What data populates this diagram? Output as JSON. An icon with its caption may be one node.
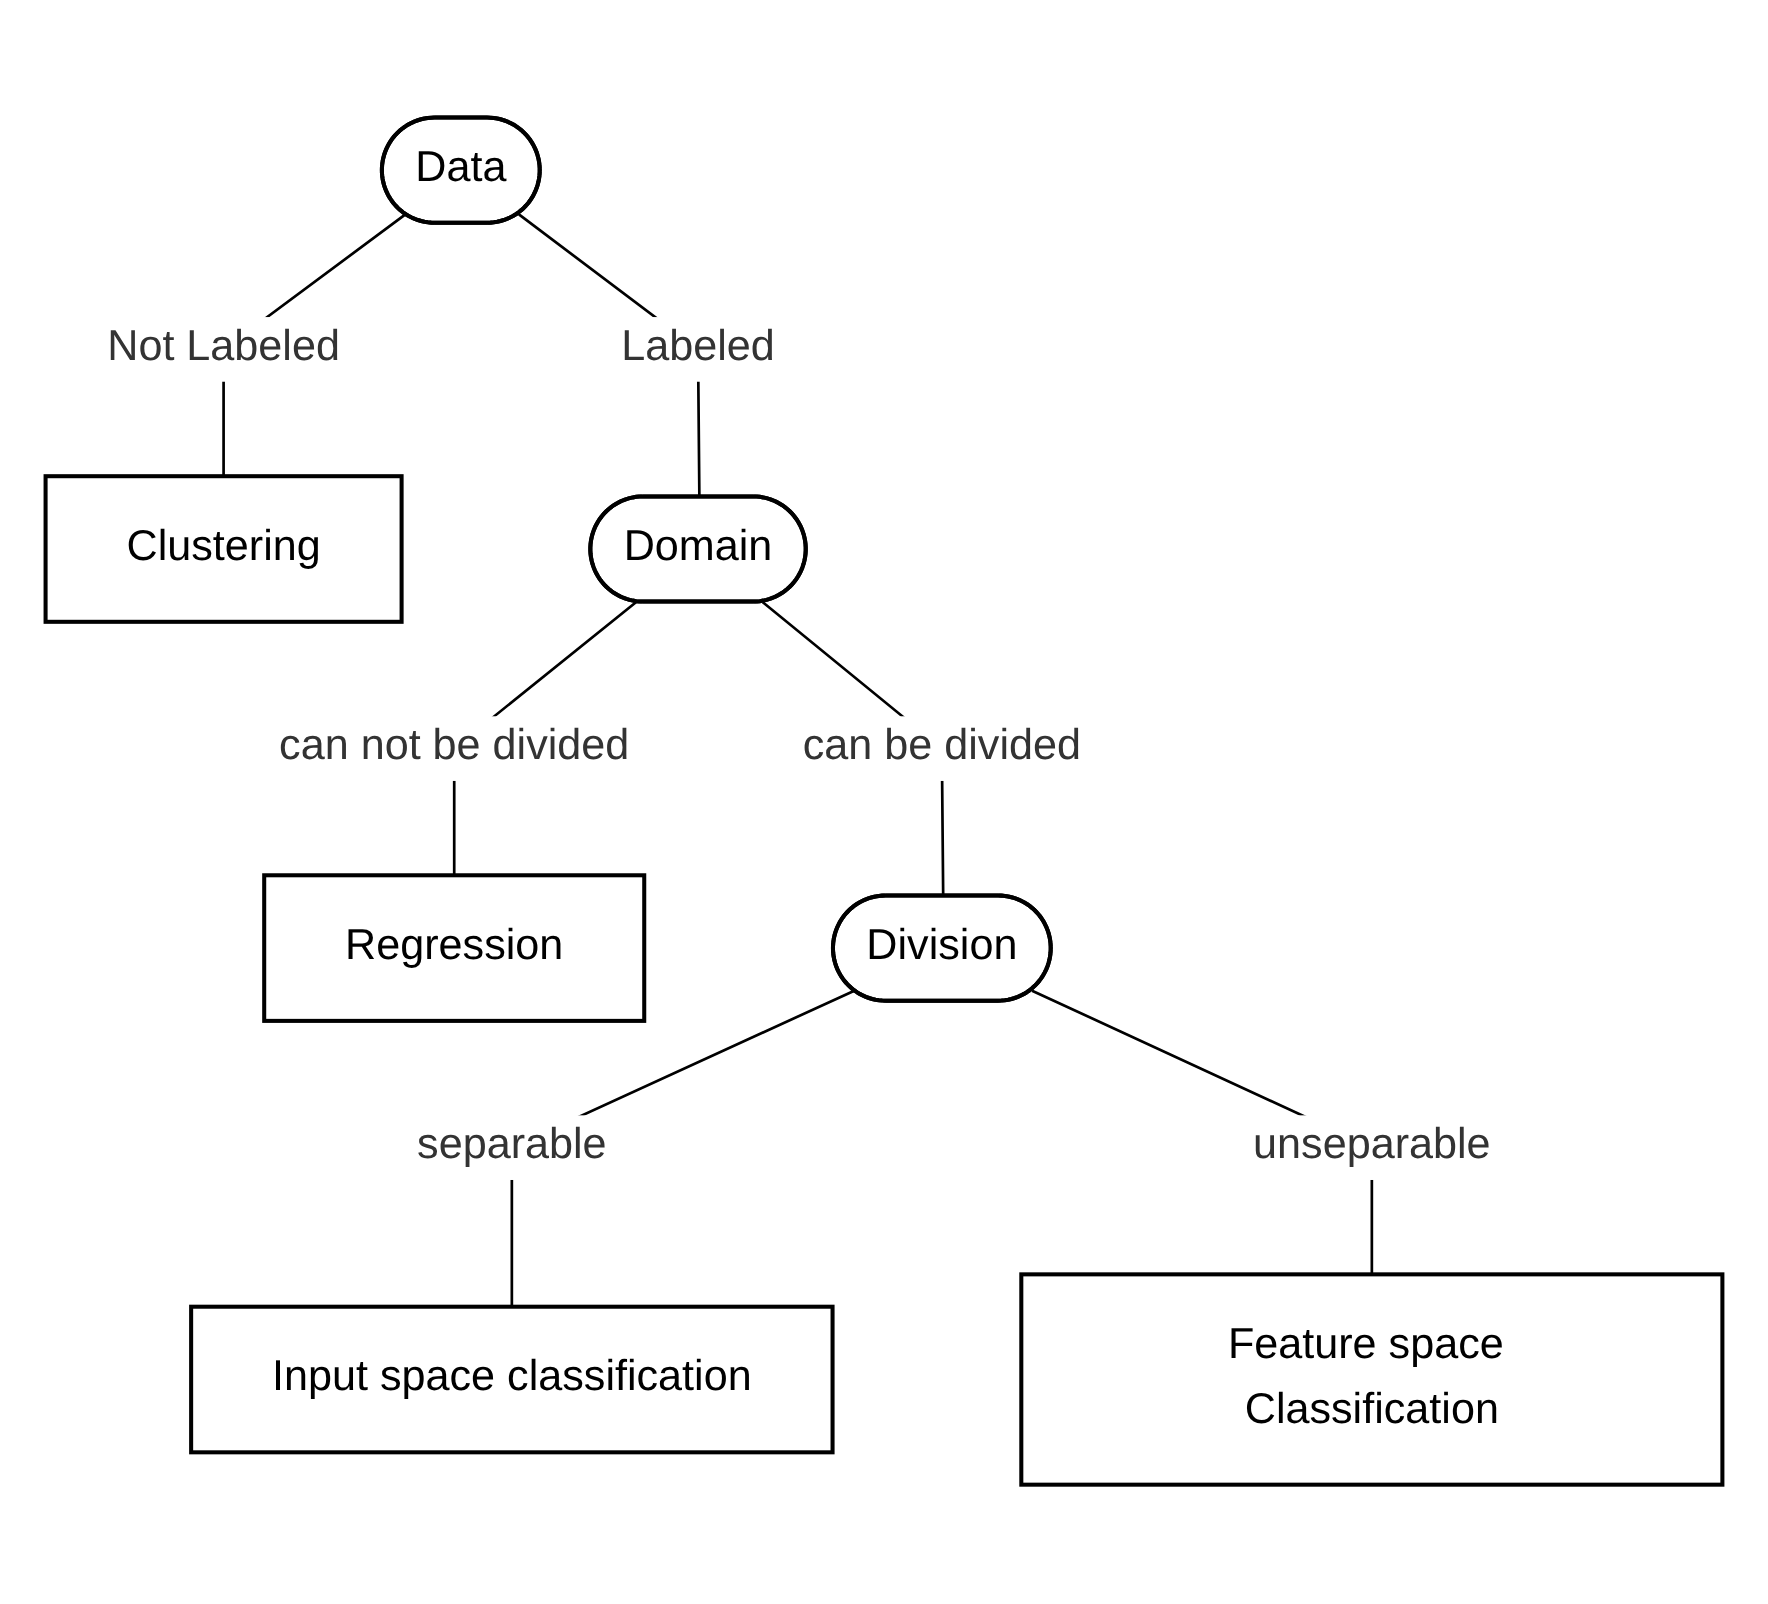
{
  "diagram": {
    "nodes": [
      {
        "text": [
          "Data"
        ]
      },
      {
        "text": [
          "Clustering"
        ]
      },
      {
        "text": [
          "Domain"
        ]
      },
      {
        "text": [
          "Regression"
        ]
      },
      {
        "text": [
          "Division"
        ]
      },
      {
        "text": [
          "Input space classification"
        ]
      },
      {
        "text": [
          "Feature space Classification"
        ]
      }
    ],
    "edges": [
      {
        "from": 0,
        "to": 2,
        "arrow": "none",
        "label": "Labeled"
      },
      {
        "from": 0,
        "to": 1,
        "arrow": "none",
        "label": "Not Labeled"
      },
      {
        "from": 2,
        "to": 4,
        "arrow": "none",
        "label": "can be divided"
      },
      {
        "from": 2,
        "to": 3,
        "arrow": "none",
        "label": "can not be divided"
      },
      {
        "from": 4,
        "to": 5,
        "arrow": "none",
        "label": "separable"
      },
      {
        "from": 4,
        "to": 6,
        "arrow": "none",
        "label": "unseparable"
      }
    ]
  }
}
